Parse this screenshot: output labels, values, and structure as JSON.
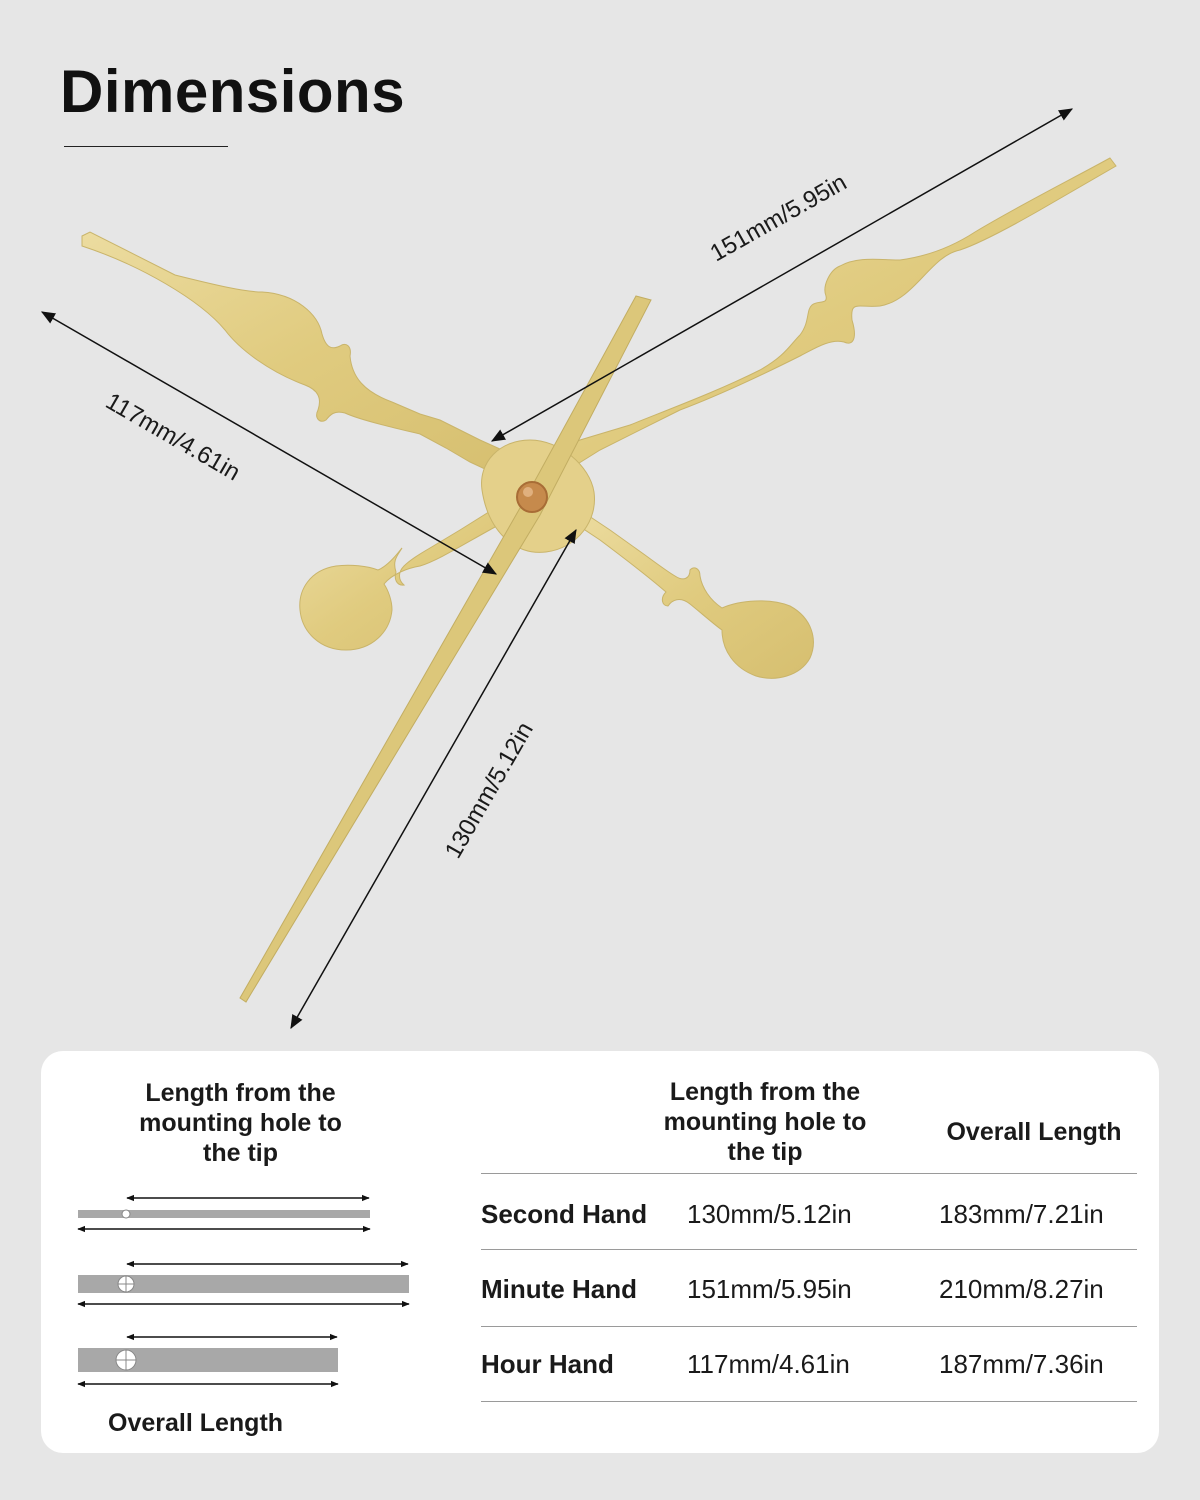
{
  "title": "Dimensions",
  "dimension_labels": {
    "minute": "151mm/5.95in",
    "hour": "117mm/4.61in",
    "second": "130mm/5.12in"
  },
  "colors": {
    "background": "#e6e6e6",
    "hand_gold": "#e3cf85",
    "hub_bronze": "#c68a4c",
    "legend_bar": "#a8a8a8"
  },
  "legend": {
    "heading": "Length from the mounting hole to the tip",
    "footer": "Overall Length"
  },
  "table": {
    "headers": {
      "length": "Length from the mounting hole to the tip",
      "overall": "Overall Length"
    },
    "rows": [
      {
        "name": "Second Hand",
        "length": "130mm/5.12in",
        "overall": "183mm/7.21in"
      },
      {
        "name": "Minute Hand",
        "length": "151mm/5.95in",
        "overall": "210mm/8.27in"
      },
      {
        "name": "Hour Hand",
        "length": "117mm/4.61in",
        "overall": "187mm/7.36in"
      }
    ]
  }
}
